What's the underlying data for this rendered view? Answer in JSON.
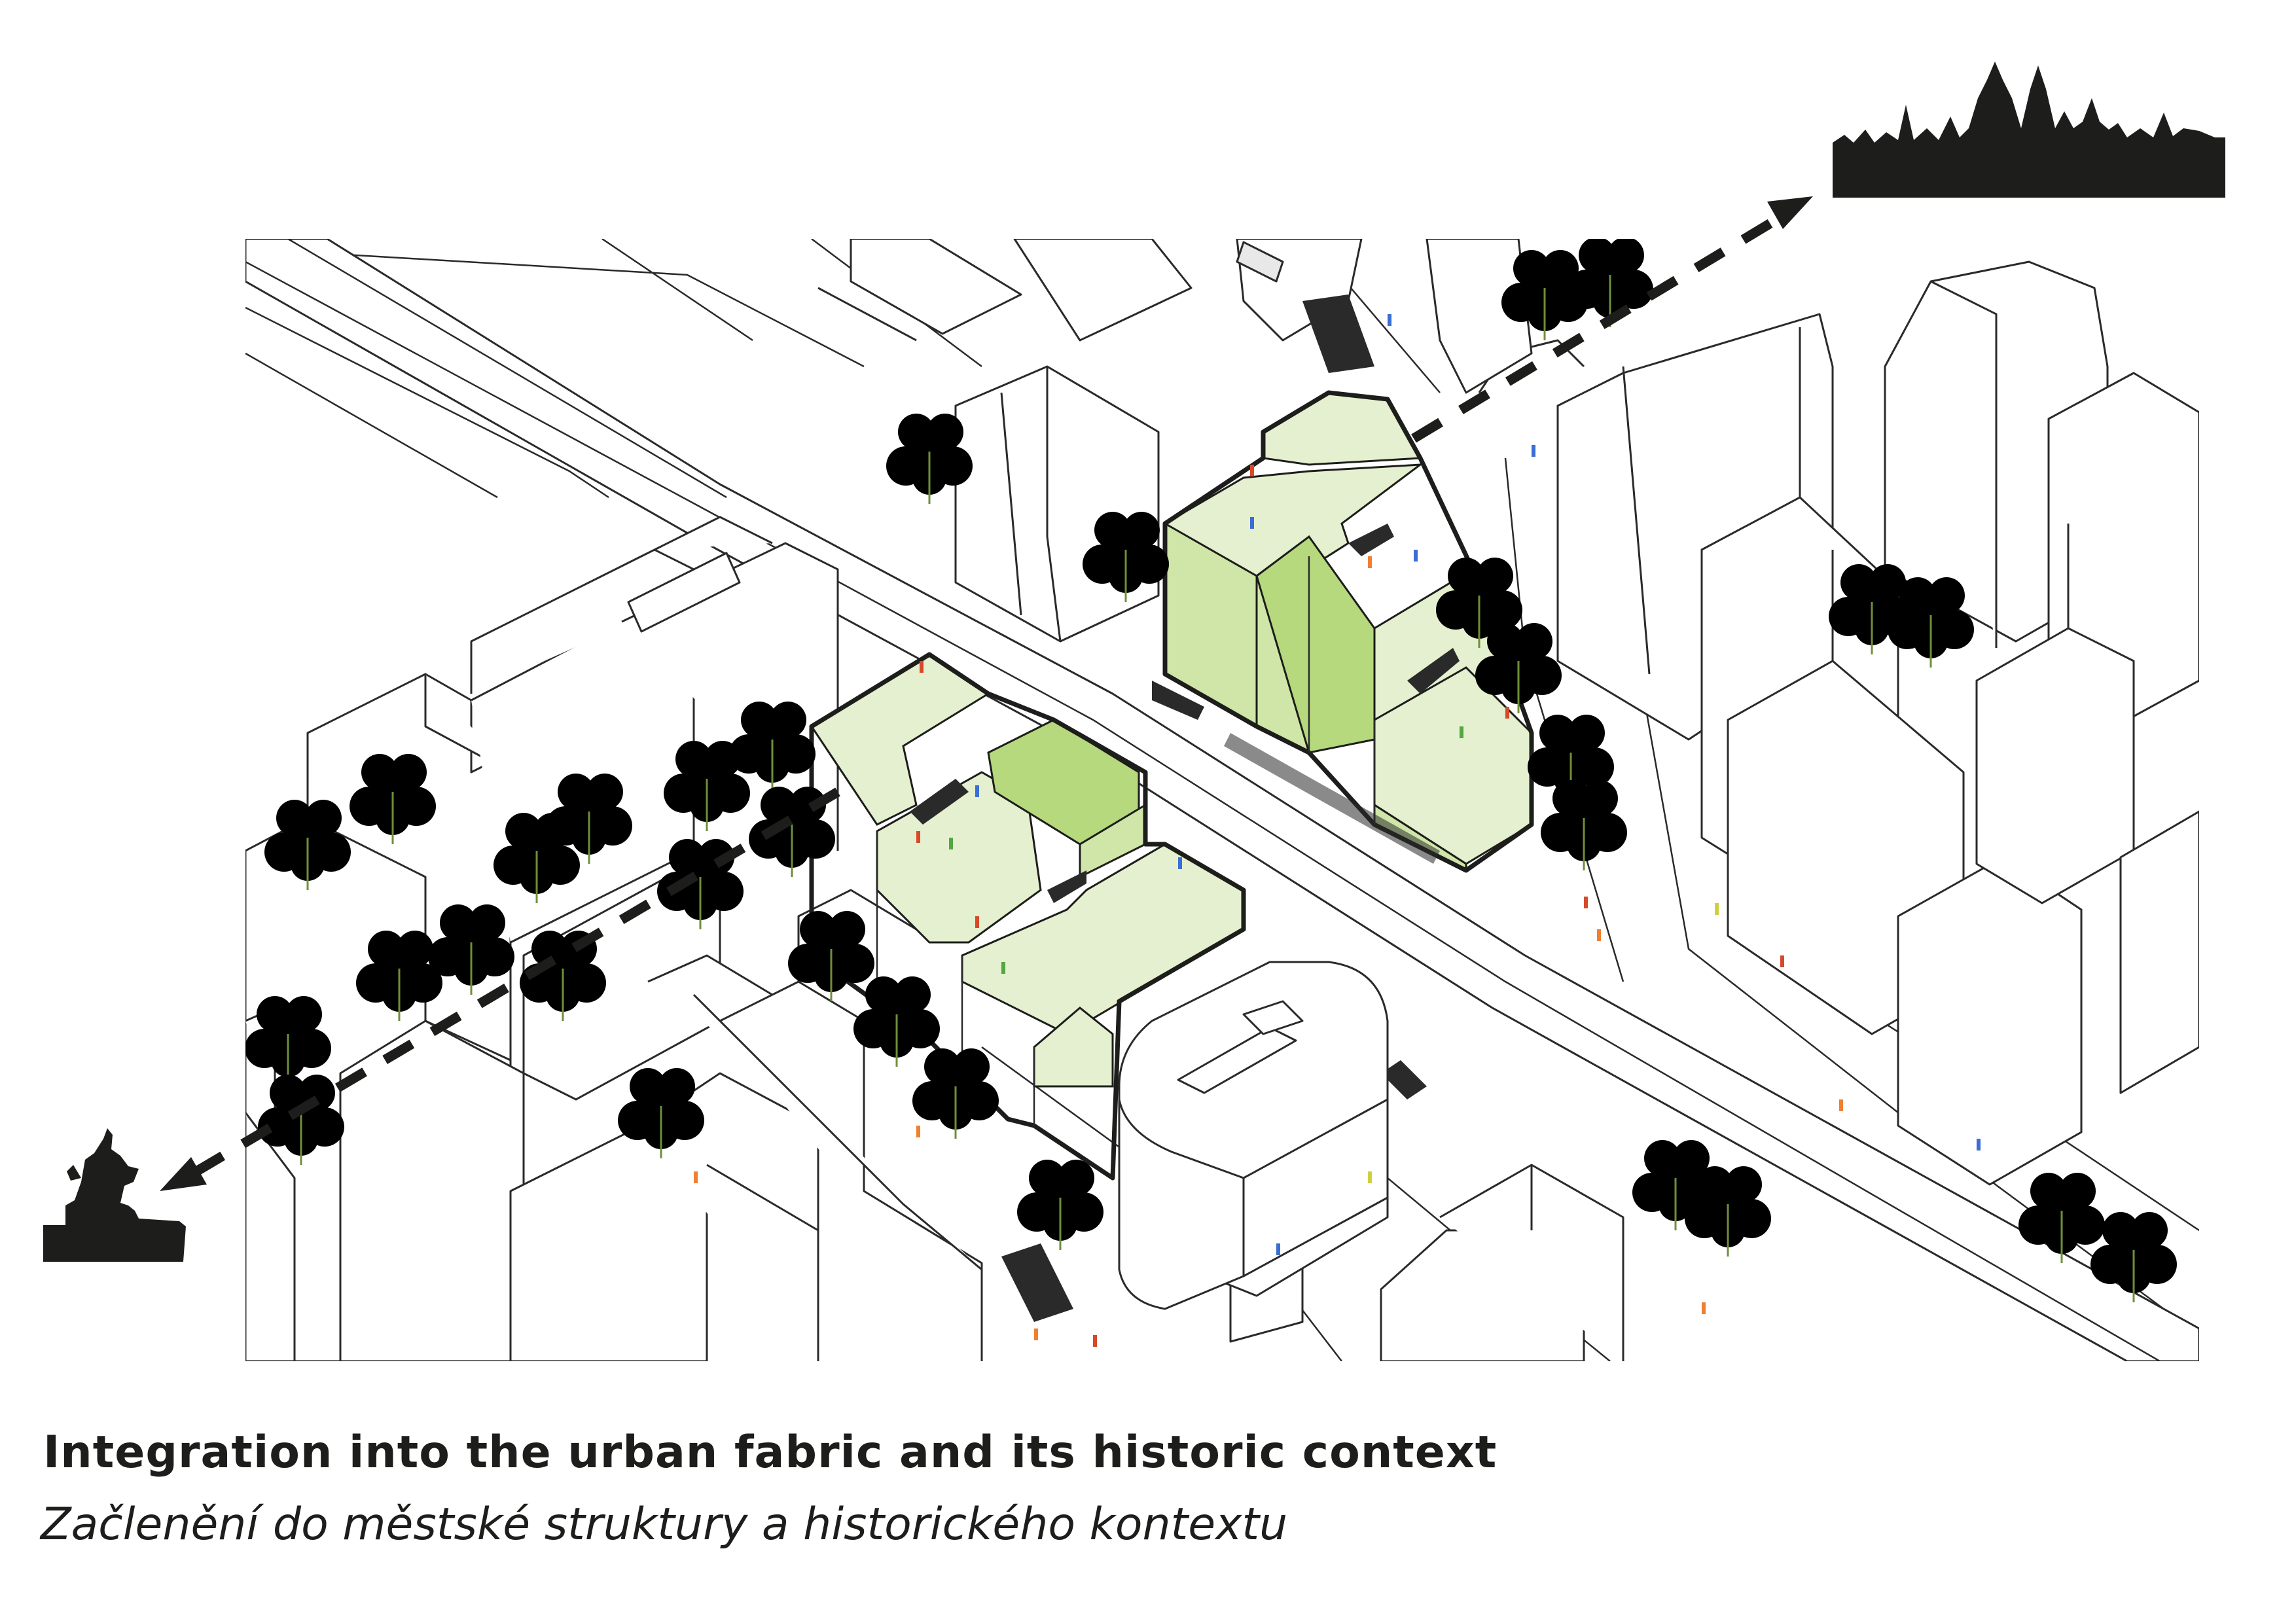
{
  "caption": {
    "title_en": "Integration into the urban fabric and its historic context",
    "title_cz": "Začlenění do městské struktury a historického kontextu"
  },
  "colors": {
    "line": "#2a2a2a",
    "new_building_light": "#e4f0cf",
    "new_building_mid": "#cfe6a8",
    "new_building_dark": "#b6d97e",
    "trees": "#b5d96b",
    "silhouette": "#1d1d1b"
  },
  "icons": {
    "castle": "prague-castle-skyline-silhouette",
    "statue": "equestrian-statue-silhouette",
    "arrows": "dashed-axis-arrow"
  }
}
